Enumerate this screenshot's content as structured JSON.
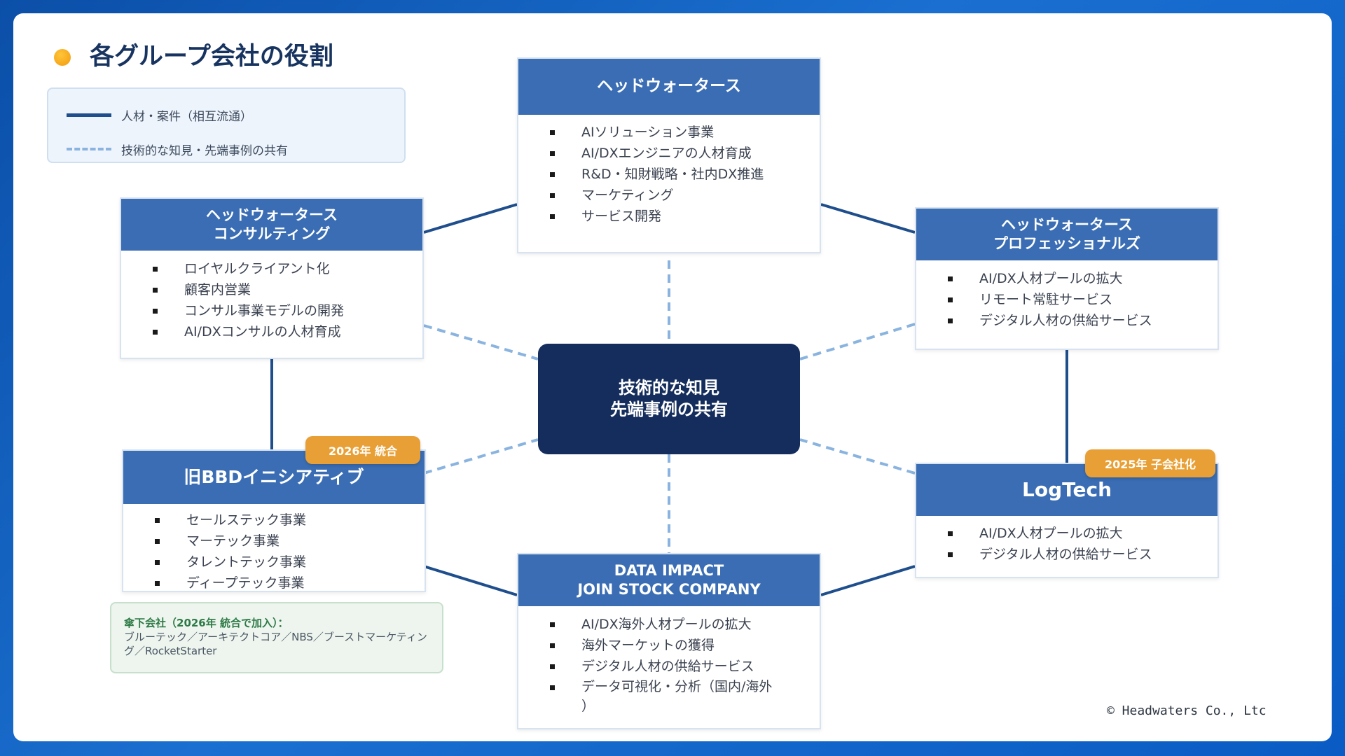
{
  "title": "各グループ会社の役割",
  "legend": {
    "solid": "人材・案件（相互流通）",
    "dashed": "技術的な知見・先端事例の共有"
  },
  "center": "技術的な知見\n先端事例の共有",
  "companies": {
    "headwaters": {
      "name": "ヘッドウォータース",
      "items": [
        "AIソリューション事業",
        "AI/DXエンジニアの人材育成",
        "R&D・知財戦略・社内DX推進",
        "マーケティング",
        "サービス開発"
      ]
    },
    "consulting": {
      "name": "ヘッドウォータース\nコンサルティング",
      "items": [
        "ロイヤルクライアント化",
        "顧客内営業",
        "コンサル事業モデルの開発",
        "AI/DXコンサルの人材育成"
      ]
    },
    "professionals": {
      "name": "ヘッドウォータース\nプロフェッショナルズ",
      "items": [
        "AI/DX人材プールの拡大",
        "リモート常駐サービス",
        "デジタル人材の供給サービス"
      ]
    },
    "bbd": {
      "name": "旧BBDイニシアティブ",
      "badge": "2026年 統合",
      "items": [
        "セールステック事業",
        "マーテック事業",
        "タレントテック事業",
        "ディープテック事業"
      ]
    },
    "logtech": {
      "name": "LogTech",
      "badge": "2025年 子会社化",
      "items": [
        "AI/DX人材プールの拡大",
        "デジタル人材の供給サービス"
      ]
    },
    "dataimpact": {
      "name": "DATA IMPACT\nJOIN STOCK COMPANY",
      "items": [
        "AI/DX海外人材プールの拡大",
        "海外マーケットの獲得",
        "デジタル人材の供給サービス",
        "データ可視化・分析（国内/海外\n）"
      ]
    }
  },
  "note": {
    "title": "傘下会社（2026年 統合で加入）：",
    "body": "ブルーテック／アーキテクトコア／NBS／ブーストマーケティング／RocketStarter"
  },
  "copyright": "© Headwaters Co., Ltc",
  "colors": {
    "header": "#3a6db3",
    "center": "#142d5c",
    "badge": "#e8a036",
    "solid_line": "#1f4e8c",
    "dashed_line": "#8ab4df"
  }
}
